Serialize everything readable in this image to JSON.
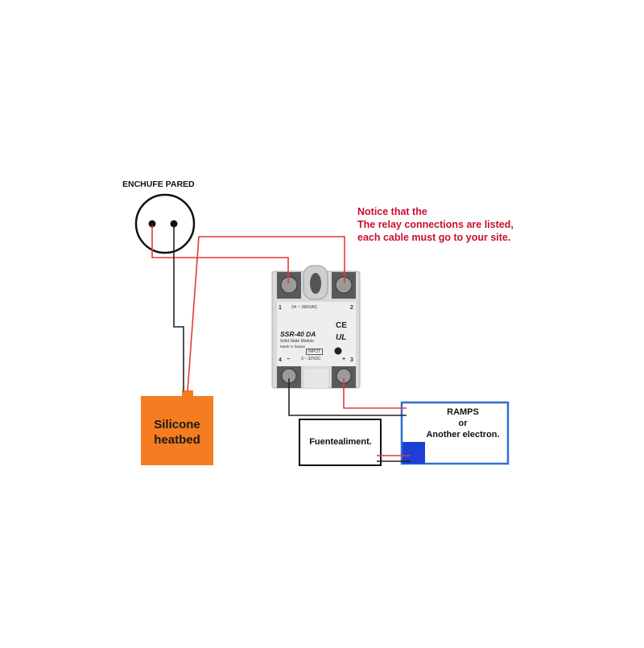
{
  "outlet": {
    "label": "ENCHUFE PARED"
  },
  "notice": {
    "lines": [
      "Notice that the",
      "The relay connections are listed,",
      "each cable must go to your site."
    ]
  },
  "relay": {
    "model": "SSR-40 DA",
    "subtitle": "Solid State Module",
    "origin": "Made in Taiwan",
    "ac_rating": "24 ~ 380VAC",
    "dc_rating": "3 ~ 32VDC",
    "input_tag": "INPUT",
    "ce_mark": "CE",
    "ul_mark": "UL",
    "terminal_1": "1",
    "terminal_2": "2",
    "terminal_3": "3",
    "terminal_4": "4",
    "minus_sign": "−",
    "plus_sign": "+"
  },
  "heatbed": {
    "label": "Silicone heatbed"
  },
  "power_supply": {
    "label": "Fuentealiment."
  },
  "controller": {
    "line1": "RAMPS",
    "line2": "or",
    "line3": "Another electron."
  },
  "colors": {
    "wire_red": "#e53935",
    "wire_black": "#222222",
    "heatbed_fill": "#f57c20",
    "controller_border": "#2f6fd1",
    "controller_block": "#1c3fd6",
    "notice_text": "#c8102e"
  }
}
